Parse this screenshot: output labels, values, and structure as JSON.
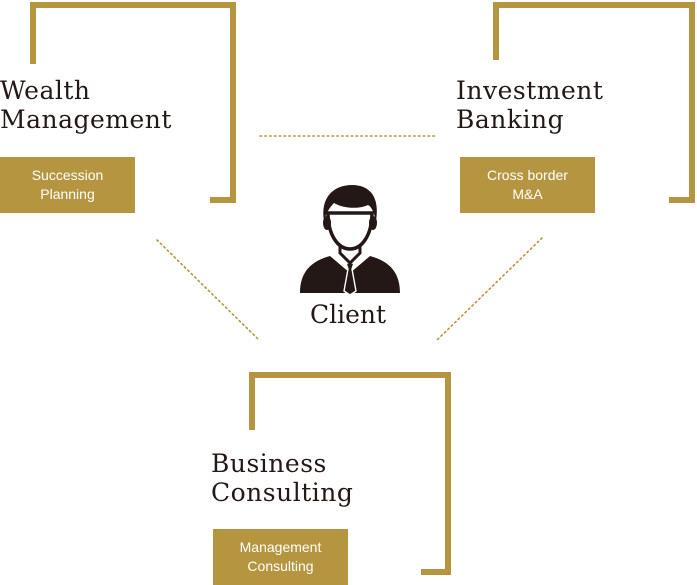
{
  "colors": {
    "accent": "#b5953f",
    "text": "#231815",
    "tag_text": "#ffffff",
    "background": "#ffffff"
  },
  "client": {
    "label": "Client",
    "icon": "businessman-icon"
  },
  "services": {
    "wealth": {
      "title": "Wealth\nManagement",
      "tag": "Succession\nPlanning"
    },
    "investment": {
      "title": "Investment\nBanking",
      "tag": "Cross border\nM&A"
    },
    "business": {
      "title": "Business\nConsulting",
      "tag": "Management\nConsulting"
    }
  }
}
